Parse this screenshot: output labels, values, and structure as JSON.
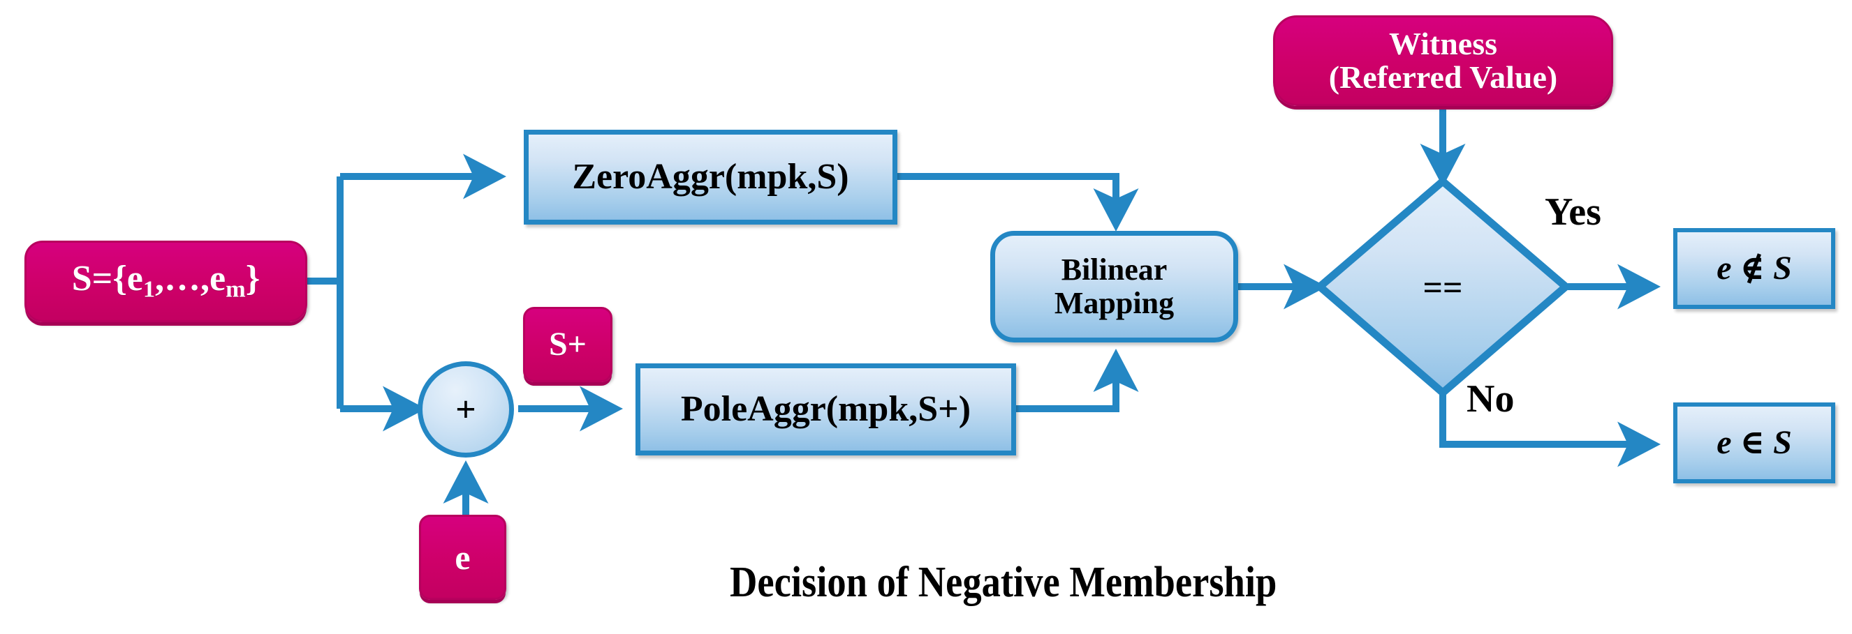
{
  "diagram": {
    "title": "Decision of Negative Membership",
    "caption": "Decision of Negative Membership",
    "type": "flowchart",
    "colors": {
      "pink_fill": "#CE0069",
      "pink_border": "#B8005E",
      "blue_border": "#2487C4",
      "blue_fill_top": "#E4EFFA",
      "blue_fill_bottom": "#8FC0E6",
      "connector": "#2487C4",
      "text_dark": "#000000",
      "text_light": "#FFFFFF",
      "background": "#FFFFFF"
    }
  },
  "nodes": {
    "set_input": {
      "label_prefix": "S={e",
      "label_sub1": "1",
      "label_mid": ",…,e",
      "label_sub2": "m",
      "label_suffix": "}",
      "plain": "S={e1,…,em}",
      "shape": "rounded-rectangle",
      "kind": "data"
    },
    "zero_aggr": {
      "label": "ZeroAggr(mpk,S)",
      "shape": "rectangle",
      "kind": "process"
    },
    "pole_aggr": {
      "label": "PoleAggr(mpk,S+)",
      "shape": "rectangle",
      "kind": "process"
    },
    "s_plus": {
      "label": "S+",
      "shape": "rounded-square",
      "kind": "data"
    },
    "element_e": {
      "label": "e",
      "shape": "rounded-square",
      "kind": "data"
    },
    "adder": {
      "label": "+",
      "shape": "circle",
      "kind": "operator"
    },
    "bilinear_mapping": {
      "label_line1": "Bilinear",
      "label_line2": "Mapping",
      "plain": "Bilinear Mapping",
      "shape": "rounded-rectangle",
      "kind": "process"
    },
    "witness": {
      "label_line1": "Witness",
      "label_line2": "(Referred Value)",
      "plain": "Witness (Referred Value)",
      "shape": "rounded-rectangle",
      "kind": "data"
    },
    "comparison": {
      "label": "==",
      "shape": "diamond",
      "kind": "decision"
    },
    "result_not_member": {
      "label": "e ∉ S",
      "shape": "rectangle",
      "kind": "terminal"
    },
    "result_member": {
      "label": "e ∈ S",
      "shape": "rectangle",
      "kind": "terminal"
    }
  },
  "edge_labels": {
    "yes": "Yes",
    "no": "No"
  },
  "edges": [
    {
      "from": "set_input",
      "to": "zero_aggr",
      "label": ""
    },
    {
      "from": "set_input",
      "to": "adder",
      "label": ""
    },
    {
      "from": "element_e",
      "to": "adder",
      "label": ""
    },
    {
      "from": "adder",
      "to": "pole_aggr",
      "label": ""
    },
    {
      "from": "zero_aggr",
      "to": "bilinear_mapping",
      "label": ""
    },
    {
      "from": "pole_aggr",
      "to": "bilinear_mapping",
      "label": ""
    },
    {
      "from": "bilinear_mapping",
      "to": "comparison",
      "label": ""
    },
    {
      "from": "witness",
      "to": "comparison",
      "label": ""
    },
    {
      "from": "comparison",
      "to": "result_not_member",
      "label": "Yes"
    },
    {
      "from": "comparison",
      "to": "result_member",
      "label": "No"
    }
  ]
}
